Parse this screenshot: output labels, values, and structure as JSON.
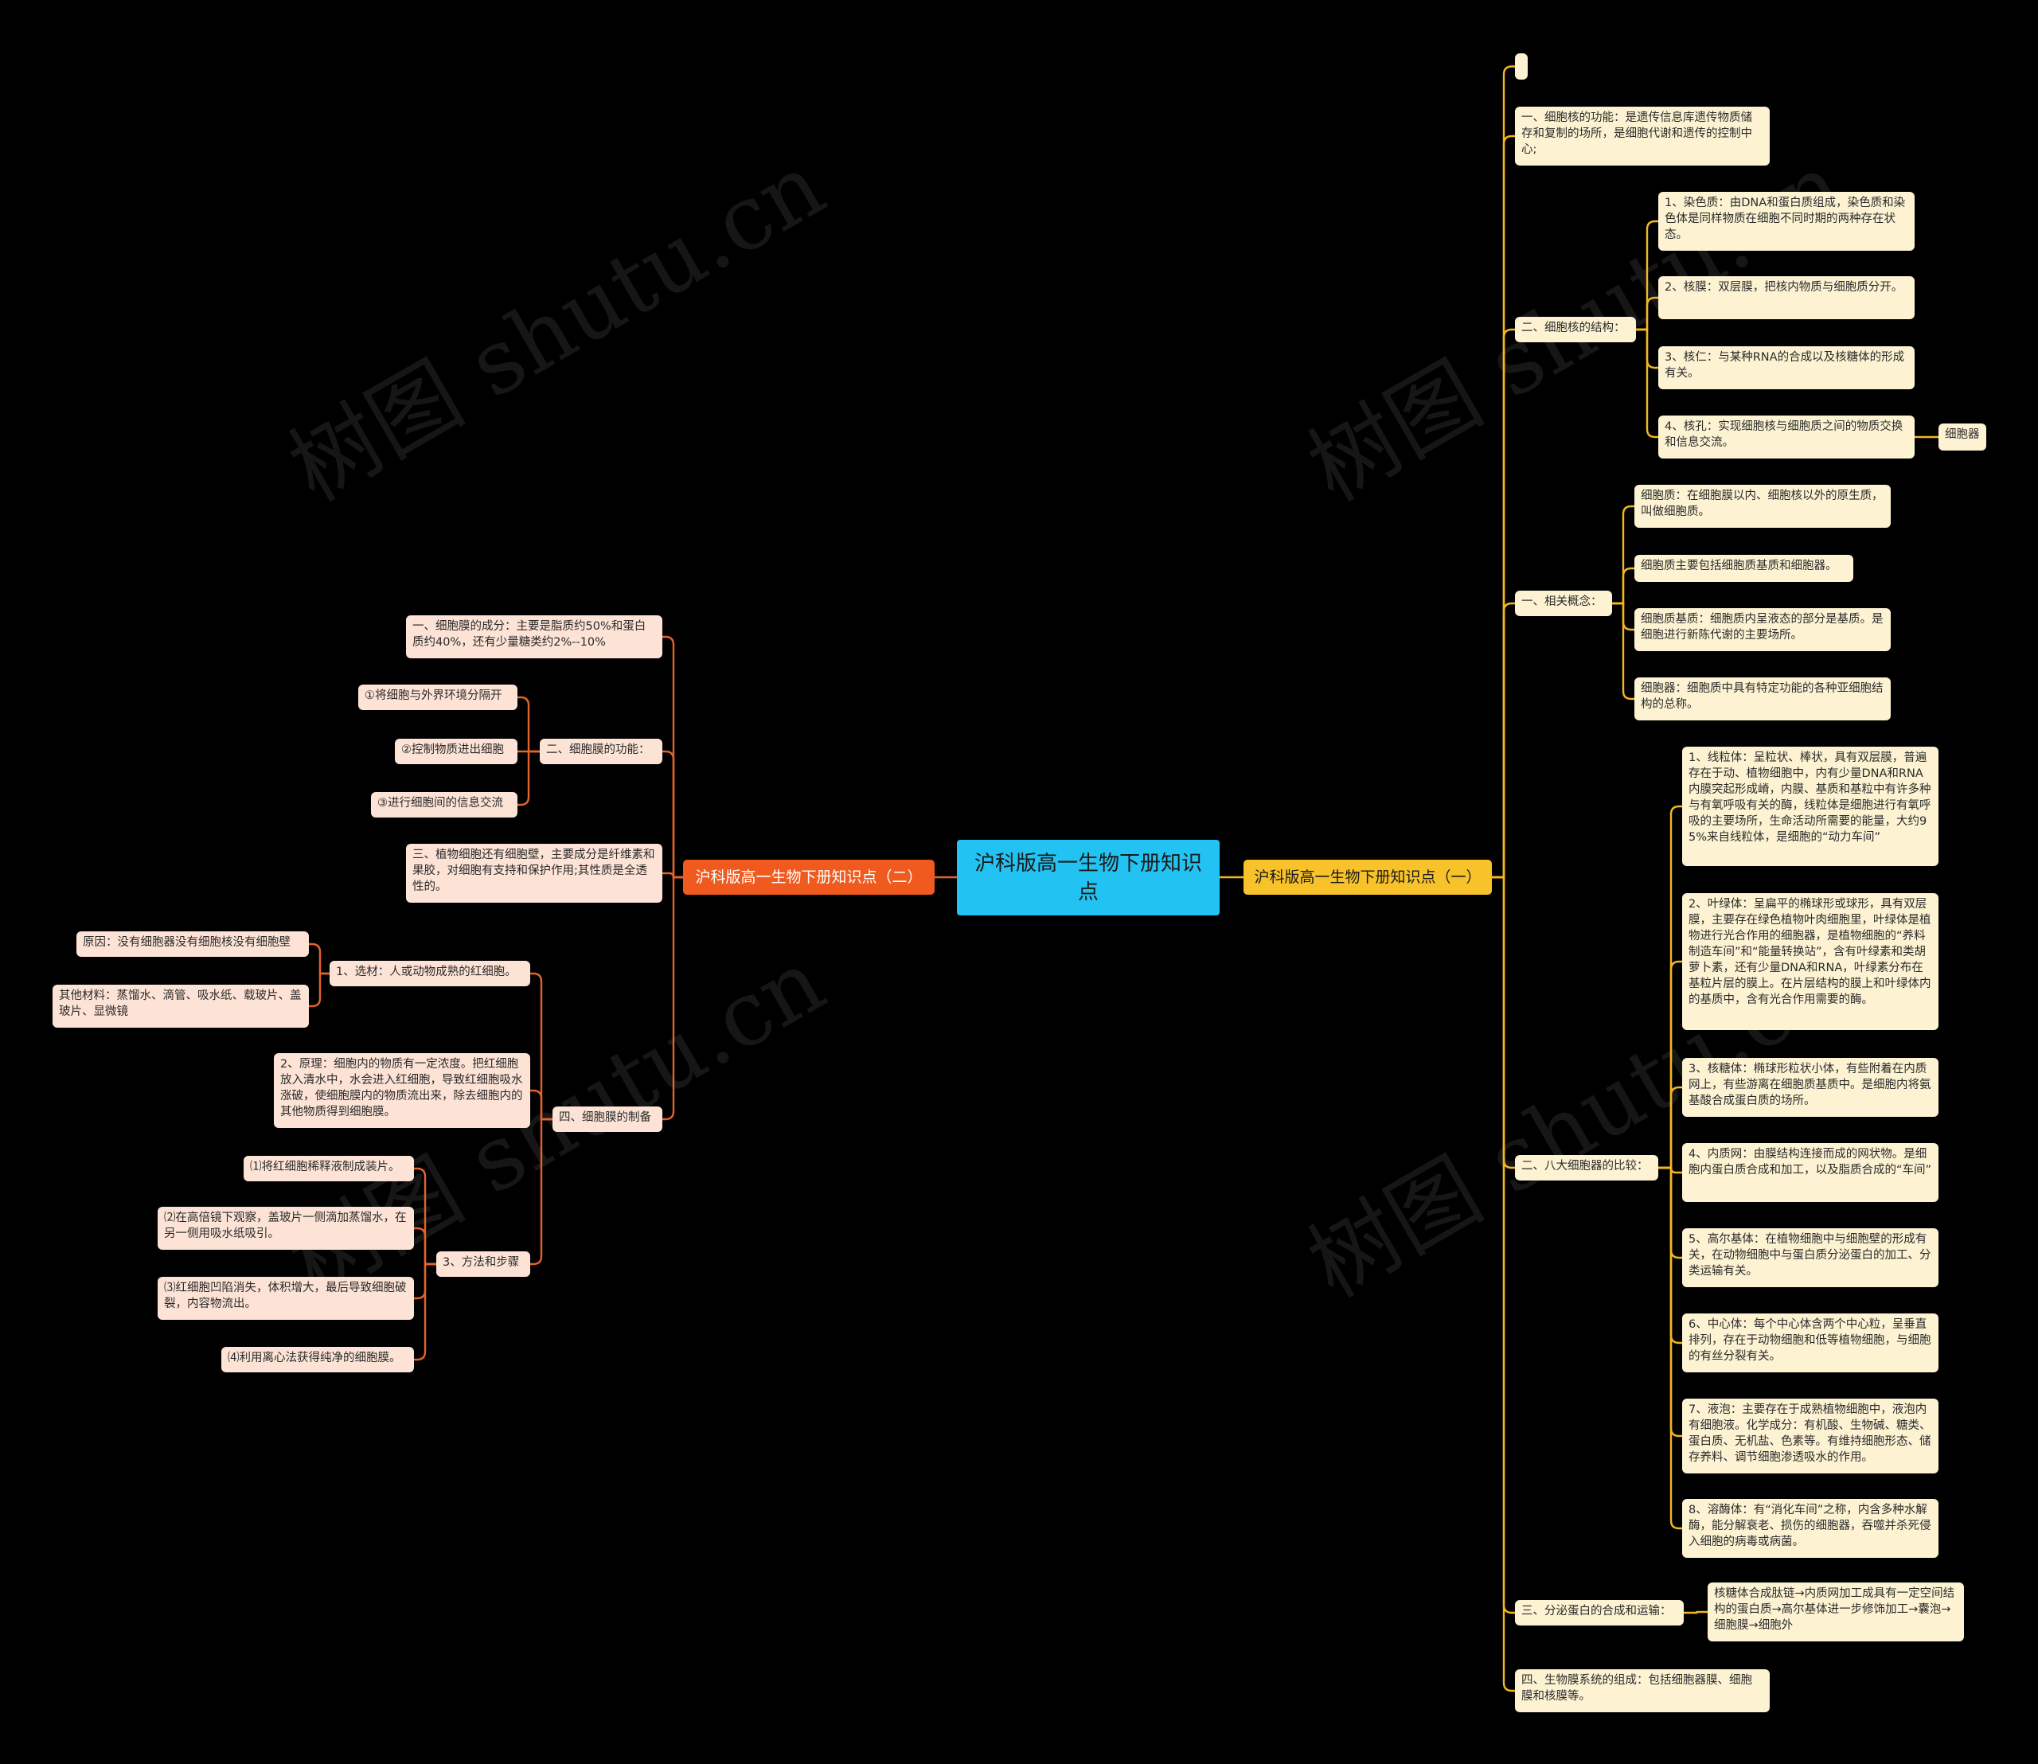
{
  "watermark": "树图 shutu.cn",
  "colors": {
    "background": "#000000",
    "root": "#22c3f2",
    "right_branch": "#f8c22a",
    "left_branch": "#f15a1e",
    "right_node": "#fdf3d3",
    "left_node": "#fde3d6",
    "right_line": "#f3b723",
    "left_line": "#e2642a"
  },
  "mindmap": {
    "root": "沪科版高一生物下册知识点",
    "right_branch": {
      "label": "沪科版高一生物下册知识点（一）",
      "children": [
        {
          "label": ""
        },
        {
          "label": "一、细胞核的功能：是遗传信息库遗传物质储存和复制的场所，是细胞代谢和遗传的控制中心;"
        },
        {
          "label": "二、细胞核的结构：",
          "children": [
            {
              "label": "1、染色质：由DNA和蛋白质组成，染色质和染色体是同样物质在细胞不同时期的两种存在状态。"
            },
            {
              "label": "2、核膜：双层膜，把核内物质与细胞质分开。"
            },
            {
              "label": "3、核仁：与某种RNA的合成以及核糖体的形成有关。"
            },
            {
              "label": "4、核孔：实现细胞核与细胞质之间的物质交换和信息交流。",
              "children": [
                {
                  "label": "细胞器"
                }
              ]
            }
          ]
        },
        {
          "label": "一、相关概念：",
          "children": [
            {
              "label": "细胞质：在细胞膜以内、细胞核以外的原生质，叫做细胞质。"
            },
            {
              "label": "细胞质主要包括细胞质基质和细胞器。"
            },
            {
              "label": "细胞质基质：细胞质内呈液态的部分是基质。是细胞进行新陈代谢的主要场所。"
            },
            {
              "label": "细胞器：细胞质中具有特定功能的各种亚细胞结构的总称。"
            }
          ]
        },
        {
          "label": "二、八大细胞器的比较：",
          "children": [
            {
              "label": "1、线粒体：呈粒状、棒状，具有双层膜，普遍存在于动、植物细胞中，内有少量DNA和RNA内膜突起形成嵴，内膜、基质和基粒中有许多种与有氧呼吸有关的酶，线粒体是细胞进行有氧呼吸的主要场所，生命活动所需要的能量，大约95%来自线粒体，是细胞的“动力车间”"
            },
            {
              "label": "2、叶绿体：呈扁平的椭球形或球形，具有双层膜，主要存在绿色植物叶肉细胞里，叶绿体是植物进行光合作用的细胞器，是植物细胞的“养料制造车间”和“能量转换站”，含有叶绿素和类胡萝卜素，还有少量DNA和RNA，叶绿素分布在基粒片层的膜上。在片层结构的膜上和叶绿体内的基质中，含有光合作用需要的酶。"
            },
            {
              "label": "3、核糖体：椭球形粒状小体，有些附着在内质网上，有些游离在细胞质基质中。是细胞内将氨基酸合成蛋白质的场所。"
            },
            {
              "label": "4、内质网：由膜结构连接而成的网状物。是细胞内蛋白质合成和加工，以及脂质合成的“车间”"
            },
            {
              "label": "5、高尔基体：在植物细胞中与细胞壁的形成有关，在动物细胞中与蛋白质分泌蛋白的加工、分类运输有关。"
            },
            {
              "label": "6、中心体：每个中心体含两个中心粒，呈垂直排列，存在于动物细胞和低等植物细胞，与细胞的有丝分裂有关。"
            },
            {
              "label": "7、液泡：主要存在于成熟植物细胞中，液泡内有细胞液。化学成分：有机酸、生物碱、糖类、蛋白质、无机盐、色素等。有维持细胞形态、储存养料、调节细胞渗透吸水的作用。"
            },
            {
              "label": "8、溶酶体：有“消化车间”之称，内含多种水解酶，能分解衰老、损伤的细胞器，吞噬并杀死侵入细胞的病毒或病菌。"
            }
          ]
        },
        {
          "label": "三、分泌蛋白的合成和运输：",
          "children": [
            {
              "label": "核糖体合成肽链→内质网加工成具有一定空间结构的蛋白质→高尔基体进一步修饰加工→囊泡→细胞膜→细胞外"
            }
          ]
        },
        {
          "label": "四、生物膜系统的组成：包括细胞器膜、细胞膜和核膜等。"
        }
      ]
    },
    "left_branch": {
      "label": "沪科版高一生物下册知识点（二）",
      "children": [
        {
          "label": "一、细胞膜的成分：主要是脂质约50%和蛋白质约40%，还有少量糖类约2%--10%"
        },
        {
          "label": "二、细胞膜的功能：",
          "children": [
            {
              "label": "①将细胞与外界环境分隔开"
            },
            {
              "label": "②控制物质进出细胞"
            },
            {
              "label": "③进行细胞间的信息交流"
            }
          ]
        },
        {
          "label": "三、植物细胞还有细胞壁，主要成分是纤维素和果胶，对细胞有支持和保护作用;其性质是全透性的。"
        },
        {
          "label": "四、细胞膜的制备",
          "children": [
            {
              "label": "1、选材：人或动物成熟的红细胞。",
              "children": [
                {
                  "label": "原因：没有细胞器没有细胞核没有细胞壁"
                },
                {
                  "label": "其他材料：蒸馏水、滴管、吸水纸、载玻片、盖玻片、显微镜"
                }
              ]
            },
            {
              "label": "2、原理：细胞内的物质有一定浓度。把红细胞放入清水中，水会进入红细胞，导致红细胞吸水涨破，使细胞膜内的物质流出来，除去细胞内的其他物质得到细胞膜。"
            },
            {
              "label": "3、方法和步骤",
              "children": [
                {
                  "label": "⑴将红细胞稀释液制成装片。"
                },
                {
                  "label": "⑵在高倍镜下观察，盖玻片一侧滴加蒸馏水，在另一侧用吸水纸吸引。"
                },
                {
                  "label": "⑶红细胞凹陷消失，体积增大，最后导致细胞破裂，内容物流出。"
                },
                {
                  "label": "⑷利用离心法获得纯净的细胞膜。"
                }
              ]
            }
          ]
        }
      ]
    }
  }
}
